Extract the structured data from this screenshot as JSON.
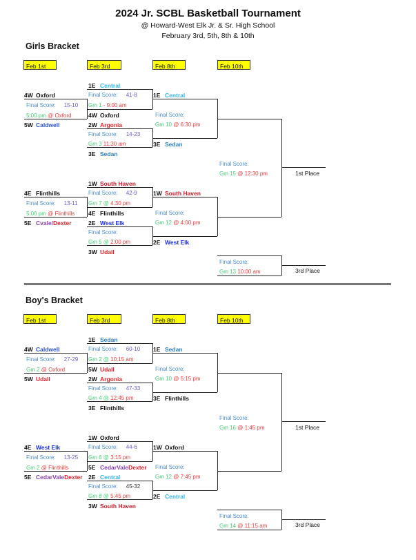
{
  "header": {
    "title": "2024 Jr. SCBL Basketball Tournament",
    "venue": "@ Howard-West Elk Jr. & Sr. High School",
    "dates": "February 3rd, 5th, 8th & 10th"
  },
  "colors": {
    "final_score": "#4a8fd8",
    "score": "#6a5ad0",
    "green": "#3fcf6f",
    "red": "#f03a3a",
    "date_box": "#ffff00"
  },
  "brackets": [
    {
      "title": "Girls Bracket",
      "dates": [
        "Feb 1st",
        "Feb 3rd",
        "Feb 8th",
        "Feb 10th"
      ],
      "halves": [
        {
          "r1": {
            "a": {
              "seed": "4W",
              "name": [
                {
                  "t": "Oxford",
                  "c": "#111111"
                }
              ]
            },
            "b": {
              "seed": "5W",
              "name": [
                {
                  "t": "Caldwell",
                  "c": "#2a4fd0"
                }
              ]
            },
            "fs": "Final Score:",
            "score": "15-10",
            "gm": [
              {
                "t": "5:00 pm ",
                "c": "#3fcf6f"
              },
              {
                "t": "@ Oxford",
                "c": "#f03a3a"
              }
            ]
          },
          "r2": [
            {
              "a": {
                "seed": "1E",
                "name": [
                  {
                    "t": "Central",
                    "c": "#33b5e5"
                  }
                ]
              },
              "b": {
                "seed": "4W",
                "name": [
                  {
                    "t": "Oxford",
                    "c": "#111111"
                  }
                ]
              },
              "fs": "Final Score:",
              "score": "41-8",
              "gm": [
                {
                  "t": "Gm 1",
                  "c": "#3fcf6f"
                },
                {
                  "t": " - 9:00 am",
                  "c": "#f03a3a"
                }
              ]
            },
            {
              "a": {
                "seed": "2W",
                "name": [
                  {
                    "t": "Argonia",
                    "c": "#e8202a"
                  }
                ]
              },
              "b": {
                "seed": "3E",
                "name": [
                  {
                    "t": "Sedan",
                    "c": "#2a7fc8"
                  }
                ]
              },
              "fs": "Final Score:",
              "score": "14-23",
              "gm": [
                {
                  "t": "Gm 3 ",
                  "c": "#3fcf6f"
                },
                {
                  "t": " 11:30 am",
                  "c": "#f03a3a"
                }
              ]
            }
          ],
          "r3": {
            "a": {
              "seed": "1E",
              "name": [
                {
                  "t": "Central",
                  "c": "#33b5e5"
                }
              ]
            },
            "b": {
              "seed": "3E",
              "name": [
                {
                  "t": "Sedan",
                  "c": "#2a7fc8"
                }
              ]
            },
            "fs": "Final Score:",
            "score": "",
            "gm": [
              {
                "t": "Gm 10 ",
                "c": "#3fcf6f"
              },
              {
                "t": "@ 6:30 pm",
                "c": "#f03a3a"
              }
            ]
          }
        },
        {
          "r1": {
            "a": {
              "seed": "4E",
              "name": [
                {
                  "t": "Flinthills",
                  "c": "#111111"
                }
              ]
            },
            "b": {
              "seed": "5E",
              "name": [
                {
                  "t": "Cvale/",
                  "c": "#8a3fb0"
                },
                {
                  "t": "Dexter",
                  "c": "#e8202a"
                }
              ]
            },
            "fs": "Final Score:",
            "score": "13-11",
            "gm": [
              {
                "t": "5:00 pm ",
                "c": "#3fcf6f"
              },
              {
                "t": "@ Flinthills",
                "c": "#f03a3a"
              }
            ]
          },
          "r2": [
            {
              "a": {
                "seed": "1W",
                "name": [
                  {
                    "t": "South Haven",
                    "c": "#cc1a2a"
                  }
                ]
              },
              "b": {
                "seed": "4E",
                "name": [
                  {
                    "t": "Flinthills",
                    "c": "#111111"
                  }
                ]
              },
              "fs": "Final Score:",
              "score": "42-9",
              "gm": [
                {
                  "t": "Gm 7 @ ",
                  "c": "#3fcf6f"
                },
                {
                  "t": "4:30 pm",
                  "c": "#f03a3a"
                }
              ]
            },
            {
              "a": {
                "seed": "2E",
                "name": [
                  {
                    "t": "West Elk",
                    "c": "#1a2ee8"
                  }
                ]
              },
              "b": {
                "seed": "3W",
                "name": [
                  {
                    "t": "Udall",
                    "c": "#e8202a"
                  }
                ]
              },
              "fs": "Final Score:",
              "score": "",
              "gm": [
                {
                  "t": "Gm 5 @ ",
                  "c": "#3fcf6f"
                },
                {
                  "t": "2:00 pm",
                  "c": "#f03a3a"
                }
              ]
            }
          ],
          "r3": {
            "a": {
              "seed": "1W",
              "name": [
                {
                  "t": "South Haven",
                  "c": "#cc1a2a"
                }
              ]
            },
            "b": {
              "seed": "2E",
              "name": [
                {
                  "t": "West Elk",
                  "c": "#1a2ee8"
                }
              ]
            },
            "fs": "Final Score:",
            "score": "",
            "gm": [
              {
                "t": "Gm 12 ",
                "c": "#3fcf6f"
              },
              {
                "t": "@ 4:00 pm",
                "c": "#f03a3a"
              }
            ]
          }
        }
      ],
      "final": {
        "fs": "Final Score:",
        "gm": [
          {
            "t": "Gm 15 ",
            "c": "#3fcf6f"
          },
          {
            "t": "@ 12:30 pm",
            "c": "#f03a3a"
          }
        ],
        "label": "1st Place"
      },
      "third": {
        "fs": "Final Score:",
        "gm": [
          {
            "t": "Gm 13 ",
            "c": "#3fcf6f"
          },
          {
            "t": " 10:00 am",
            "c": "#f03a3a"
          }
        ],
        "label": "3rd Place"
      }
    },
    {
      "title": "Boy's Bracket",
      "dates": [
        "Feb 1st",
        "Feb 3rd",
        "Feb 8th",
        "Feb 10th"
      ],
      "halves": [
        {
          "r1": {
            "a": {
              "seed": "4W",
              "name": [
                {
                  "t": "Caldwell",
                  "c": "#2a4fd0"
                }
              ]
            },
            "b": {
              "seed": "5W",
              "name": [
                {
                  "t": "Udall",
                  "c": "#e8202a"
                }
              ]
            },
            "fs": "Final Score:",
            "score": "27-29",
            "gm": [
              {
                "t": "Gm 2 ",
                "c": "#3fcf6f"
              },
              {
                "t": "@ Oxford",
                "c": "#f03a3a"
              }
            ]
          },
          "r2": [
            {
              "a": {
                "seed": "1E",
                "name": [
                  {
                    "t": "Sedan",
                    "c": "#2a7fc8"
                  }
                ]
              },
              "b": {
                "seed": "5W",
                "name": [
                  {
                    "t": "Udall",
                    "c": "#e8202a"
                  }
                ]
              },
              "fs": "Final Score:",
              "score": "60-10",
              "gm": [
                {
                  "t": "Gm 2 @ ",
                  "c": "#3fcf6f"
                },
                {
                  "t": "10:15 am",
                  "c": "#f03a3a"
                }
              ]
            },
            {
              "a": {
                "seed": "2W",
                "name": [
                  {
                    "t": "Argonia",
                    "c": "#e8202a"
                  }
                ]
              },
              "b": {
                "seed": "3E",
                "name": [
                  {
                    "t": "Flinthills",
                    "c": "#111111"
                  }
                ]
              },
              "fs": "Final Score:",
              "score": "47-33",
              "gm": [
                {
                  "t": "Gm 4 @ ",
                  "c": "#3fcf6f"
                },
                {
                  "t": "12:45 pm",
                  "c": "#f03a3a"
                }
              ]
            }
          ],
          "r3": {
            "a": {
              "seed": "1E",
              "name": [
                {
                  "t": "Sedan",
                  "c": "#2a7fc8"
                }
              ]
            },
            "b": {
              "seed": "3E",
              "name": [
                {
                  "t": "Flinthills",
                  "c": "#111111"
                }
              ]
            },
            "fs": "Final Score:",
            "score": "",
            "gm": [
              {
                "t": "Gm 10 ",
                "c": "#3fcf6f"
              },
              {
                "t": "@ 5:15 pm",
                "c": "#f03a3a"
              }
            ]
          }
        },
        {
          "r1": {
            "a": {
              "seed": "4E",
              "name": [
                {
                  "t": "West Elk",
                  "c": "#1a2ee8"
                }
              ]
            },
            "b": {
              "seed": "5E",
              "name": [
                {
                  "t": "CedarVale",
                  "c": "#8a3fb0"
                },
                {
                  "t": "Dexter",
                  "c": "#e8202a"
                }
              ]
            },
            "fs": "Final Score:",
            "score": "13-25",
            "gm": [
              {
                "t": "Gm 2 ",
                "c": "#3fcf6f"
              },
              {
                "t": "@ Flinthills",
                "c": "#f03a3a"
              }
            ]
          },
          "r2": [
            {
              "a": {
                "seed": "1W",
                "name": [
                  {
                    "t": "Oxford",
                    "c": "#111111"
                  }
                ]
              },
              "b": {
                "seed": "5E",
                "name": [
                  {
                    "t": "CedarVale",
                    "c": "#8a3fb0"
                  },
                  {
                    "t": "Dexter",
                    "c": "#e8202a"
                  }
                ]
              },
              "fs": "Final Score:",
              "score": "44-6",
              "gm": [
                {
                  "t": "Gm 6  @ ",
                  "c": "#3fcf6f"
                },
                {
                  "t": "3:15 pm",
                  "c": "#f03a3a"
                }
              ]
            },
            {
              "a": {
                "seed": "2E",
                "name": [
                  {
                    "t": "Central",
                    "c": "#33b5e5"
                  }
                ]
              },
              "b": {
                "seed": "3W",
                "name": [
                  {
                    "t": "South Haven",
                    "c": "#cc1a2a"
                  }
                ]
              },
              "fs": "Final Score:",
              "score": "45-32",
              "gm": [
                {
                  "t": "Gm 8 @ ",
                  "c": "#3fcf6f"
                },
                {
                  "t": "5:45 pm",
                  "c": "#f03a3a"
                }
              ]
            }
          ],
          "r3": {
            "a": {
              "seed": "1W",
              "name": [
                {
                  "t": "Oxford",
                  "c": "#111111"
                }
              ]
            },
            "b": {
              "seed": "2E",
              "name": [
                {
                  "t": "Central",
                  "c": "#33b5e5"
                }
              ]
            },
            "fs": "Final Score:",
            "score": "",
            "gm": [
              {
                "t": "Gm 12 ",
                "c": "#3fcf6f"
              },
              {
                "t": "@ 7:45 pm",
                "c": "#f03a3a"
              }
            ]
          }
        }
      ],
      "final": {
        "fs": "Final Score:",
        "gm": [
          {
            "t": "Gm 16 ",
            "c": "#3fcf6f"
          },
          {
            "t": "@ 1:45 pm",
            "c": "#f03a3a"
          }
        ],
        "label": "1st Place"
      },
      "third": {
        "fs": "Final Score:",
        "gm": [
          {
            "t": "Gm 14 ",
            "c": "#3fcf6f"
          },
          {
            "t": "@ 11:15 am",
            "c": "#f03a3a"
          }
        ],
        "label": "3rd Place"
      }
    }
  ]
}
